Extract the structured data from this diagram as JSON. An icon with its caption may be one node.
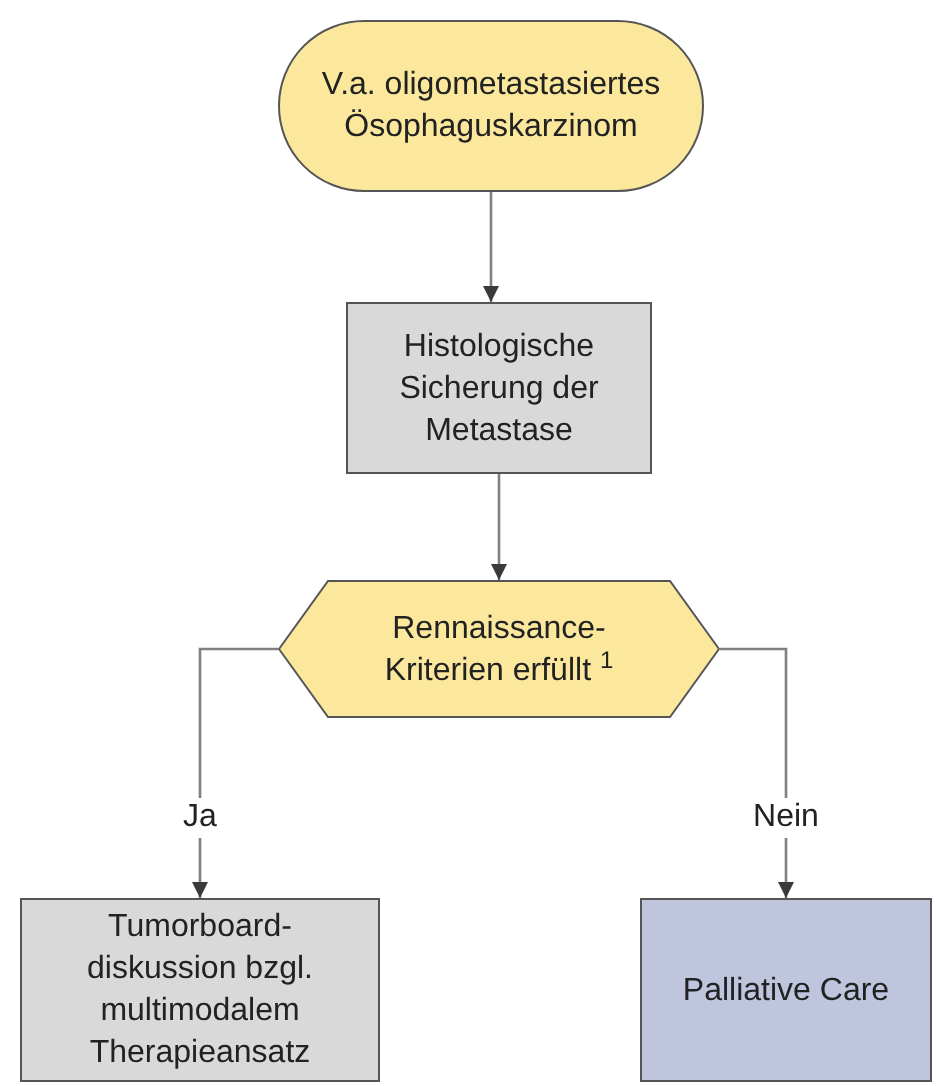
{
  "diagram": {
    "nodes": [
      {
        "text": [
          "V.a. oligometastasiertes Ösophaguskarzinom"
        ]
      },
      {
        "text": [
          "Histologische Sicherung der Metastase"
        ]
      },
      {
        "text": [
          "Rennaissance- Kriterien erfüllt $^{1}$"
        ]
      },
      {
        "text": [
          "Tumorboard- diskussion bzgl. multimodalem Therapieansatz"
        ]
      },
      {
        "text": [
          "Palliative Care"
        ]
      }
    ],
    "edges": [
      {
        "from": 0,
        "to": 1,
        "arrow": "to"
      },
      {
        "from": 1,
        "to": 2,
        "arrow": "to"
      },
      {
        "from": 2,
        "to": 3,
        "arrow": "to",
        "label": "Ja"
      },
      {
        "from": 2,
        "to": 4,
        "arrow": "to",
        "label": "Nein"
      }
    ]
  }
}
